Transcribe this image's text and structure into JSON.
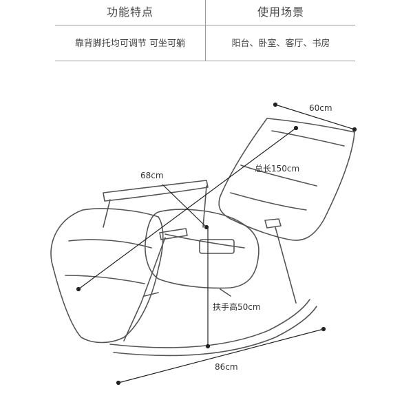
{
  "table": {
    "headers": [
      "功能特点",
      "使用场景"
    ],
    "values": [
      "靠背脚托均可调节 可坐可躺",
      "阳台、卧室、客厅、书房"
    ]
  },
  "dimensions": {
    "width": "60cm",
    "total_length": "总长150cm",
    "seat_depth": "68cm",
    "armrest_height": "扶手高50cm",
    "base_length": "86cm"
  }
}
